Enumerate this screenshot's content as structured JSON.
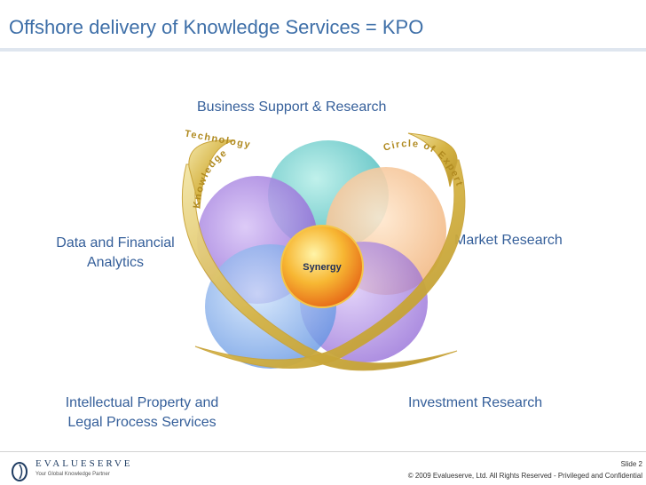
{
  "slide": {
    "title": "Offshore delivery of Knowledge Services = KPO",
    "number": "Slide 2"
  },
  "labels": {
    "top": "Business Support & Research",
    "left_line1": "Data and Financial",
    "left_line2": "Analytics",
    "right": "Market Research",
    "bottom_left_line1": "Intellectual Property and",
    "bottom_left_line2": "Legal Process Services",
    "bottom_right": "Investment Research"
  },
  "diagram": {
    "center": "Synergy",
    "arc_left_1": "Knowledge",
    "arc_left_2": "Technology",
    "arc_right": "Circle of Experts"
  },
  "footer": {
    "brand": "EVALUESERVE",
    "tagline": "Your Global Knowledge Partner",
    "copyright": "© 2009 Evalueserve, Ltd. All Rights Reserved - Privileged and Confidential"
  },
  "colors": {
    "title": "#3e6fa8",
    "label": "#355f9a",
    "petal_teal": "#5fc4c4",
    "petal_blue": "#5a7fd8",
    "petal_peach": "#f5c9a0",
    "petal_violet": "#9b6fd8",
    "arc_gold": "#d8b84a",
    "center_orange": "#f28a1e"
  }
}
